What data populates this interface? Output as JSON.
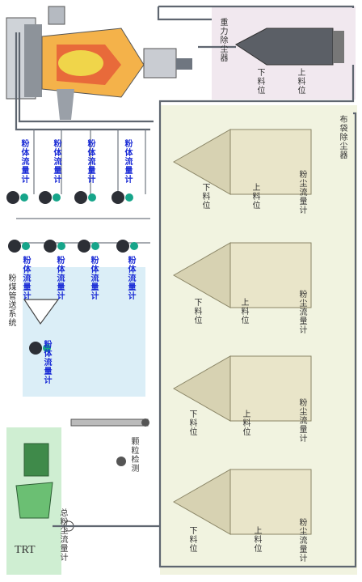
{
  "gravity_dust_collector": {
    "title": "重力除尘器",
    "upper_level": "上料位",
    "lower_level": "下料位"
  },
  "bag_filter": {
    "title": "布袋除尘器",
    "dust_flow_meter": "粉尘流量计",
    "upper_level": "上料位",
    "lower_level": "下料位"
  },
  "powder_flow_meter": "粉体流量计",
  "ash_conveying_system": "粉煤管送系统",
  "outlet_flow_meter": "总粉尘流量计",
  "particle_detection": "颗粒检测",
  "trt_label": "TRT"
}
